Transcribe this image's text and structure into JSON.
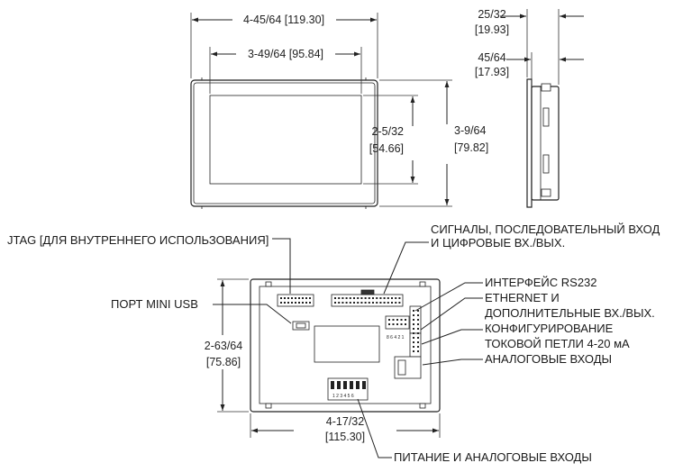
{
  "dimensions": {
    "front_width": "4-45/64 [119.30]",
    "screen_width": "3-49/64 [95.84]",
    "screen_height_frac": "2-5/32",
    "screen_height_mm": "[54.66]",
    "front_height_frac": "3-9/64",
    "front_height_mm": "[79.82]",
    "depth_total_frac": "25/32",
    "depth_total_mm": "[19.93]",
    "depth_body_frac": "45/64",
    "depth_body_mm": "[17.93]",
    "rear_height_frac": "2-63/64",
    "rear_height_mm": "[75.86]",
    "rear_width_frac": "4-17/32",
    "rear_width_mm": "[115.30]"
  },
  "callouts": {
    "jtag": "JTAG [ДЛЯ ВНУТРЕННЕГО ИСПОЛЬЗОВАНИЯ]",
    "signals_line1": "СИГНАЛЫ, ПОСЛЕДОВАТЕЛЬНЫЙ ВХОД",
    "signals_line2": "И ЦИФРОВЫЕ ВХ./ВЫХ.",
    "mini_usb": "ПОРТ MINI USB",
    "rs232": "ИНТЕРФЕЙС RS232",
    "ethernet_line1": "ETHERNET И",
    "ethernet_line2": "ДОПОЛНИТЕЛЬНЫЕ ВХ./ВЫХ.",
    "loop_line1": "КОНФИГУРИРОВАНИЕ",
    "loop_line2": "ТОКОВОЙ ПЕТЛИ 4-20 мА",
    "analog_inputs": "АНАЛОГОВЫЕ ВХОДЫ",
    "power": "ПИТАНИЕ И АНАЛОГОВЫЕ ВХОДЫ"
  },
  "pin_labels": {
    "jumper": "8 6 4 2 1",
    "terminal": "1 2 3 4 5 6"
  }
}
